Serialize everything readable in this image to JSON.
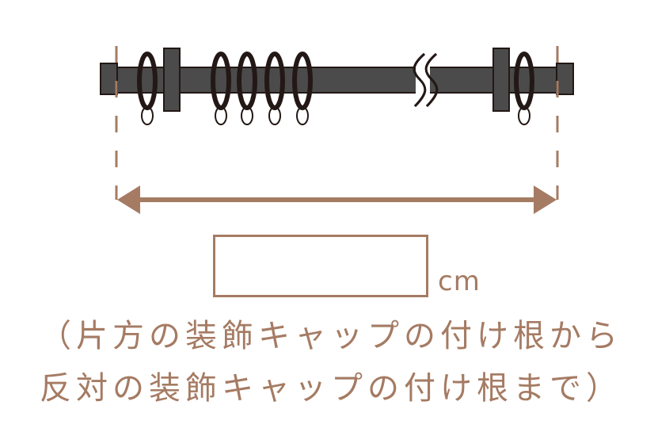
{
  "diagram": {
    "title": "Curtain rod measurement guide",
    "colors": {
      "rod": "#4b4b4b",
      "rod_outline": "#231815",
      "ring": "#231815",
      "accent": "#a57b63",
      "background": "#ffffff"
    },
    "rod": {
      "rings_left_count": 5,
      "rings_right_count": 1,
      "brackets": 2,
      "break_symbol": "double-wave"
    },
    "measurement": {
      "unit": "cm",
      "value": ""
    },
    "note": {
      "line1": "（片方の装飾キャップの付け根から",
      "line2": "反対の装飾キャップの付け根まで）"
    }
  }
}
